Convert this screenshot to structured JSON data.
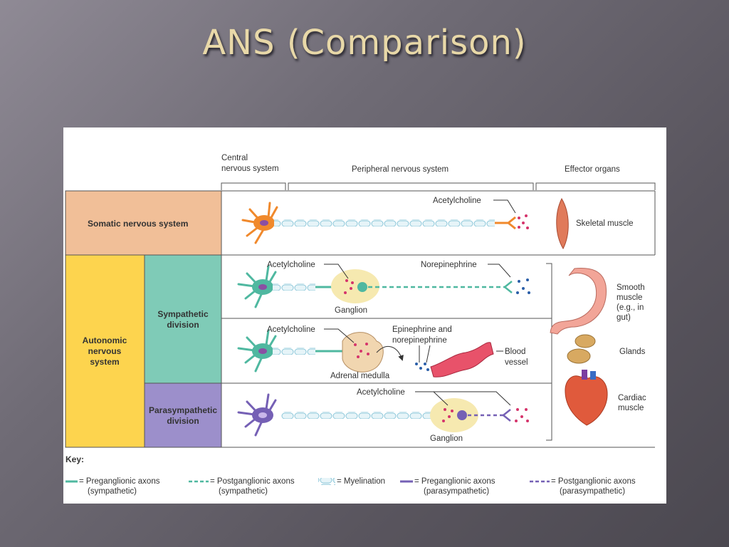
{
  "slide": {
    "title": "ANS (Comparison)"
  },
  "header": {
    "cns": [
      "Central",
      "nervous system"
    ],
    "pns": "Peripheral nervous system",
    "effectors": "Effector organs"
  },
  "rows": {
    "somatic": {
      "label": "Somatic nervous system",
      "nt": "Acetylcholine",
      "effector": "Skeletal muscle"
    },
    "autonomic": {
      "label": [
        "Autonomic",
        "nervous",
        "system"
      ]
    },
    "sympathetic": {
      "label": [
        "Sympathetic",
        "division"
      ],
      "nt_pre": "Acetylcholine",
      "ganglion": "Ganglion",
      "nt_post": "Norepinephrine",
      "adrenal_nt": "Acetylcholine",
      "adrenal_label": "Adrenal medulla",
      "adrenal_release": [
        "Epinephrine and",
        "norepinephrine"
      ],
      "blood_vessel": [
        "Blood",
        "vessel"
      ]
    },
    "parasympathetic": {
      "label": [
        "Parasympathetic",
        "division"
      ],
      "nt": "Acetylcholine",
      "ganglion": "Ganglion"
    }
  },
  "effectors": {
    "smooth": [
      "Smooth",
      "muscle",
      "(e.g., in",
      "gut)"
    ],
    "glands": "Glands",
    "cardiac": [
      "Cardiac",
      "muscle"
    ]
  },
  "key": {
    "title": "Key:",
    "items": [
      {
        "label": "= Preganglionic axons",
        "sub": "(sympathetic)"
      },
      {
        "label": "= Postganglionic axons",
        "sub": "(sympathetic)"
      },
      {
        "label": "= Myelination",
        "sub": ""
      },
      {
        "label": "= Preganglionic axons",
        "sub": "(parasympathetic)"
      },
      {
        "label": "= Postganglionic axons",
        "sub": "(parasympathetic)"
      }
    ]
  },
  "colors": {
    "somatic": "#f1bf98",
    "autonomic": "#fdd44e",
    "sympathetic": "#7fcbb7",
    "parasympathetic": "#9c8fcb",
    "somatic_neuron": "#f0892c",
    "symp_neuron": "#4fb8a0",
    "para_neuron": "#7560b5"
  }
}
